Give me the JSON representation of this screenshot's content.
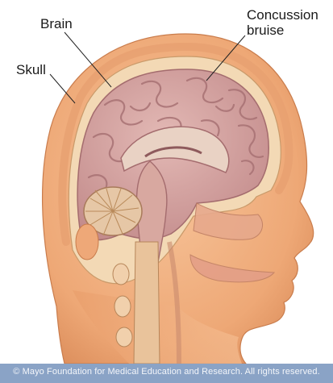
{
  "labels": {
    "brain": "Brain",
    "skull": "Skull",
    "concussion_line1": "Concussion",
    "concussion_line2": "bruise"
  },
  "footer": {
    "copyright": "© Mayo Foundation for Medical Education and Research.  All rights reserved."
  },
  "colors": {
    "skin": "#f2b07e",
    "skin_shadow": "#d98d5c",
    "brain": "#d7a6a3",
    "brain_fold": "#b97f80",
    "footer": "#8aa3c6"
  }
}
